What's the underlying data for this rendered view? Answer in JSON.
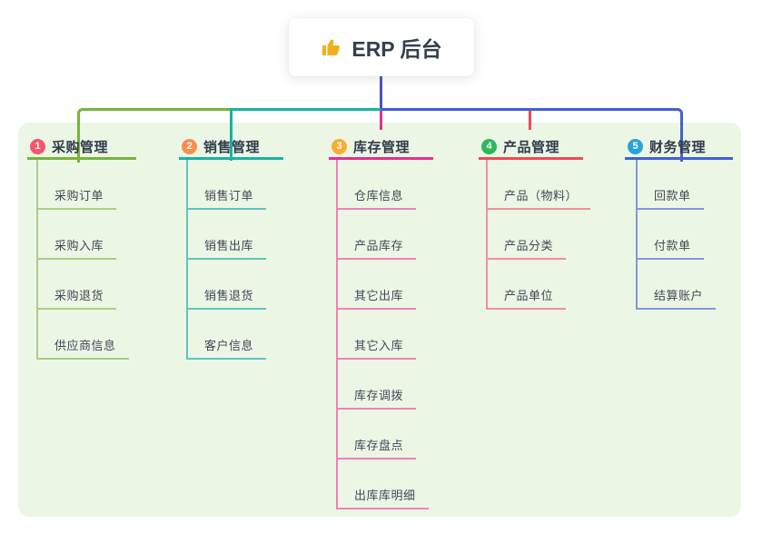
{
  "root": {
    "title": "ERP 后台",
    "icon": "thumbs-up-icon",
    "icon_color": "#f2ae1c"
  },
  "colors": {
    "panel_bg": "#ecf6e5",
    "root_line": "#4355c4",
    "card_bg": "#ffffff",
    "text_dark": "#333f4f"
  },
  "branches": [
    {
      "number": "1",
      "title": "采购管理",
      "badge_color": "#f4566a",
      "line_color": "#76b43e",
      "child_line_color": "#a8cf82",
      "children": [
        "采购订单",
        "采购入库",
        "采购退货",
        "供应商信息"
      ]
    },
    {
      "number": "2",
      "title": "销售管理",
      "badge_color": "#f98e4e",
      "line_color": "#17b3a3",
      "child_line_color": "#5ec6bc",
      "children": [
        "销售订单",
        "销售出库",
        "销售退货",
        "客户信息"
      ]
    },
    {
      "number": "3",
      "title": "库存管理",
      "badge_color": "#fbad31",
      "line_color": "#e1318f",
      "child_line_color": "#ef82b6",
      "children": [
        "仓库信息",
        "产品库存",
        "其它出库",
        "其它入库",
        "库存调拨",
        "库存盘点",
        "出库库明细"
      ]
    },
    {
      "number": "4",
      "title": "产品管理",
      "badge_color": "#2cb75a",
      "line_color": "#f04858",
      "child_line_color": "#f68e98",
      "children": [
        "产品（物料）",
        "产品分类",
        "产品单位"
      ]
    },
    {
      "number": "5",
      "title": "财务管理",
      "badge_color": "#29a3dc",
      "line_color": "#4160d6",
      "child_line_color": "#8296dd",
      "children": [
        "回款单",
        "付款单",
        "结算账户"
      ]
    }
  ]
}
